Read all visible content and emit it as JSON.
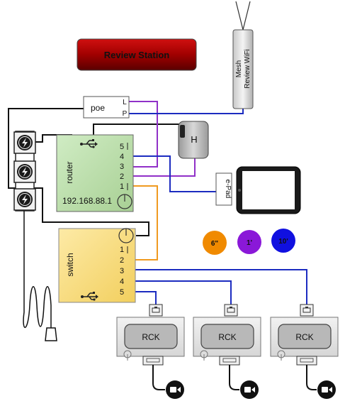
{
  "title": "Review Station",
  "mesh": {
    "line1": "Mesh",
    "line2": "Review WiFi"
  },
  "poe": {
    "label": "poe",
    "port_l": "L",
    "port_p": "P"
  },
  "router": {
    "label": "router",
    "ip": "192.168.88.1",
    "ports": [
      "5",
      "4",
      "3",
      "2",
      "1"
    ]
  },
  "hub": {
    "label": "H"
  },
  "epad": {
    "label": "e-Pad"
  },
  "switch": {
    "label": "switch",
    "ports": [
      "1",
      "2",
      "3",
      "4",
      "5"
    ]
  },
  "legend": [
    {
      "label": "6\"",
      "color": "#f08a00"
    },
    {
      "label": "1'",
      "color": "#8a18d8"
    },
    {
      "label": "10'",
      "color": "#1010e0"
    }
  ],
  "rck": {
    "label": "RCK",
    "units": 3
  },
  "colors": {
    "title_bg": "#b00000",
    "router_fill": "#b8dcaa",
    "switch_fill": "#f8dc80",
    "cable_orange": "#f09a20",
    "cable_purple": "#9030c8",
    "cable_blue": "#1c2cc0",
    "cable_black": "#111111"
  }
}
